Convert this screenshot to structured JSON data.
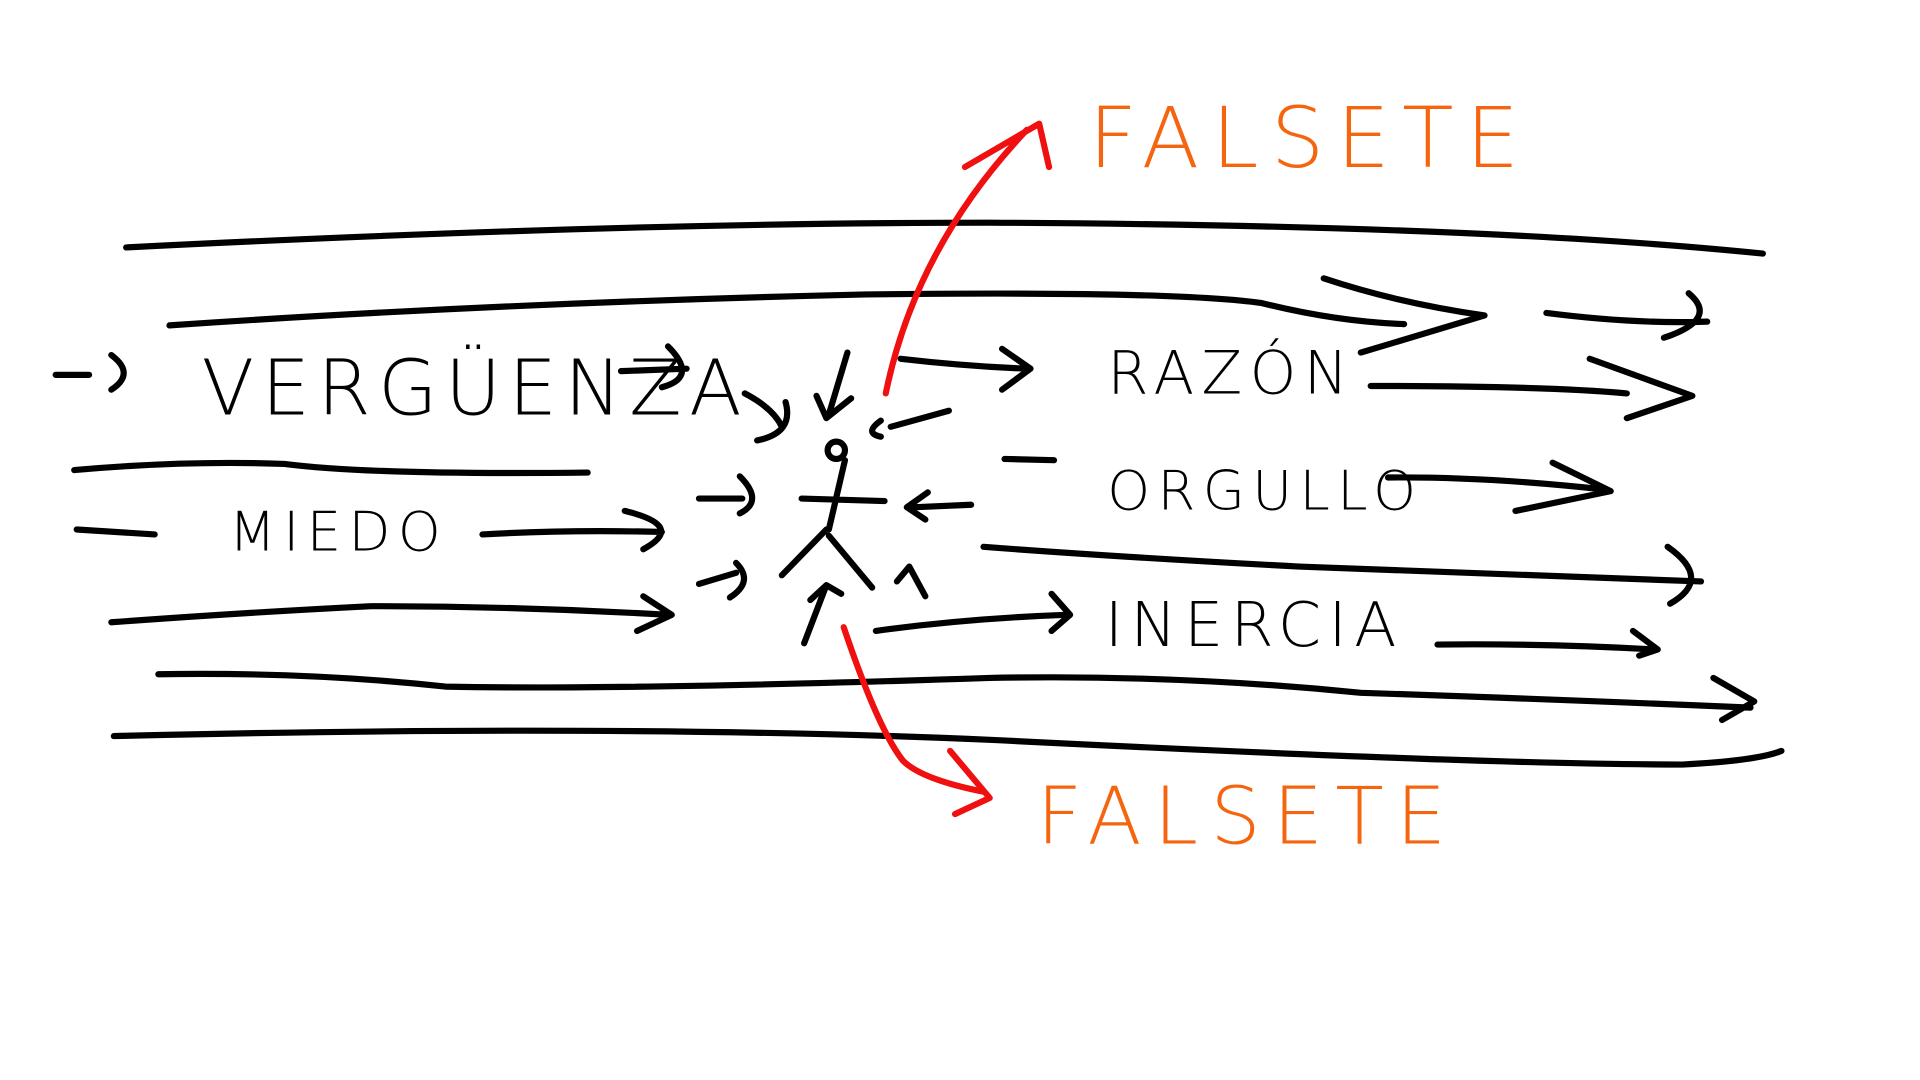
{
  "diagram": {
    "labels_left": [
      "VERGÜENZA",
      "MIEDO"
    ],
    "labels_right": [
      "RAZÓN",
      "ORGULLO",
      "INERCIA"
    ],
    "falsete_top": "FALSETE",
    "falsete_bottom": "FALSETE",
    "colors": {
      "ink": "#000000",
      "escape_arrow": "#f01010",
      "falsete": "#f5650f"
    }
  }
}
